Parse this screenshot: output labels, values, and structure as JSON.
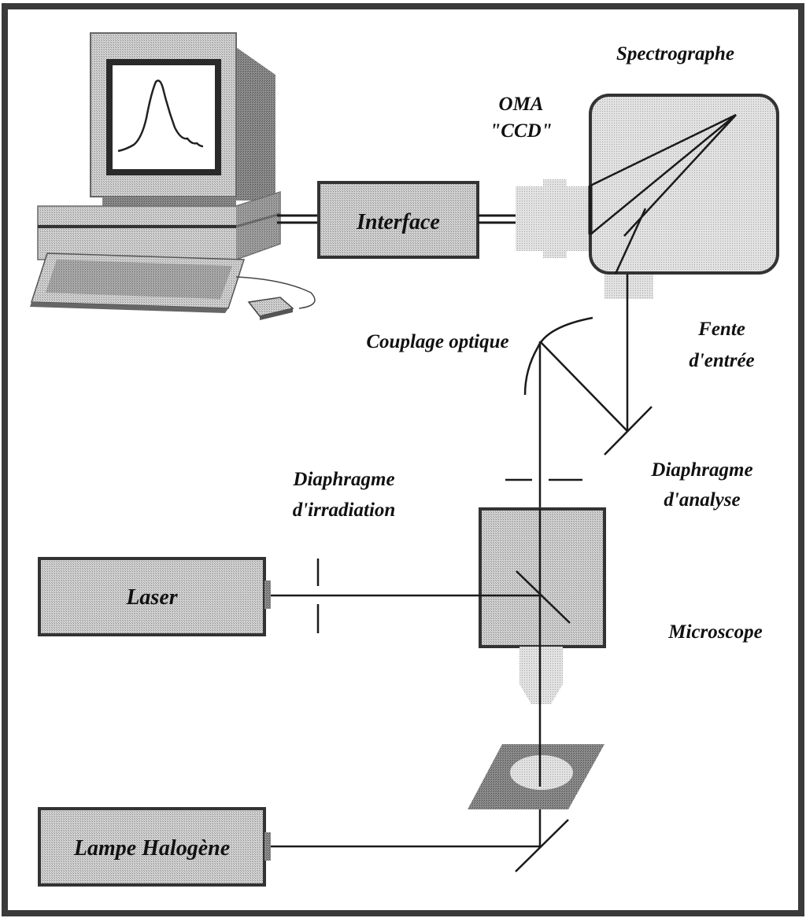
{
  "labels": {
    "spectrographe": "Spectrographe",
    "oma": "OMA",
    "ccd": "\"CCD\"",
    "interface": "Interface",
    "couplage_optique": "Couplage optique",
    "fente_line1": "Fente",
    "fente_line2": "d'entrée",
    "diaph_irr_line1": "Diaphragme",
    "diaph_irr_line2": "d'irradiation",
    "diaph_ana_line1": "Diaphragme",
    "diaph_ana_line2": "d'analyse",
    "laser": "Laser",
    "microscope": "Microscope",
    "lampe": "Lampe Halogène"
  },
  "colors": {
    "border": "#3a3a3a",
    "box_fill": "#c4c4c4",
    "stipple_light": "#d6d6d6",
    "stipple_dark": "#a8a8a8",
    "sample_fill": "#6a6a6a",
    "line": "#1a1a1a"
  },
  "icons": {
    "computer": "desktop-computer-icon",
    "mouse": "mouse-icon"
  }
}
